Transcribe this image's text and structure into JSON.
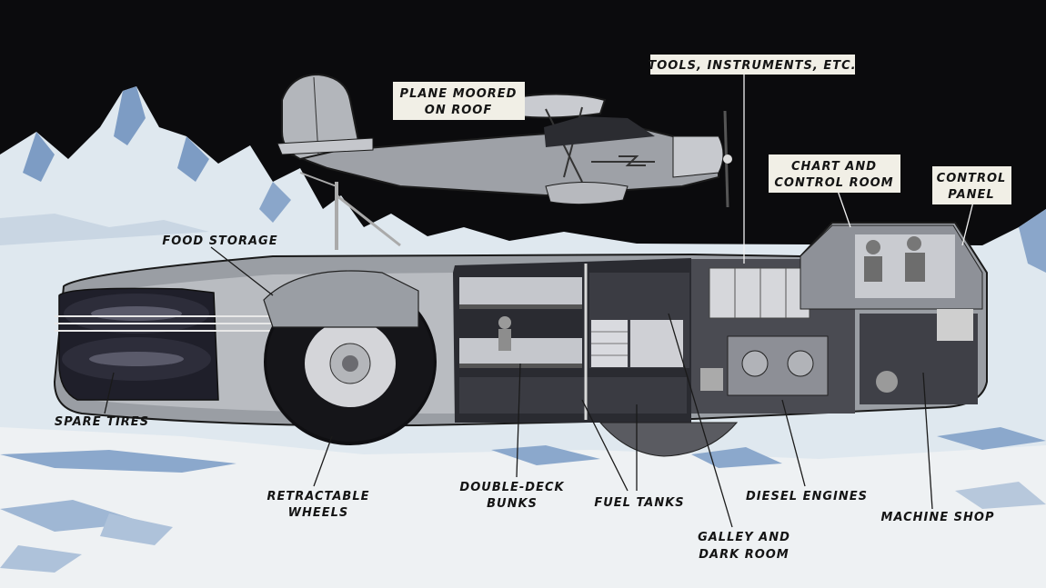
{
  "labels": {
    "plane": [
      "PLANE MOORED",
      "ON ROOF"
    ],
    "tools": "TOOLS, INSTRUMENTS, ETC.",
    "chart_room": [
      "CHART AND",
      "CONTROL ROOM"
    ],
    "control_panel": [
      "CONTROL",
      "PANEL"
    ],
    "food": "FOOD STORAGE",
    "spare_tires": "SPARE TIRES",
    "wheels": [
      "RETRACTABLE",
      "WHEELS"
    ],
    "bunks": [
      "DOUBLE-DECK",
      "BUNKS"
    ],
    "fuel": "FUEL TANKS",
    "galley": [
      "GALLEY AND",
      "DARK ROOM"
    ],
    "diesel": "DIESEL ENGINES",
    "machine": "MACHINE SHOP"
  },
  "colors": {
    "sky": "#0b0b0d",
    "snow": "#dfe8ef",
    "ice_shadow": "#7d9cc4",
    "hull": "#9a9ea4",
    "hull_dark": "#3d3f46",
    "label_box": "#f1efe6"
  }
}
